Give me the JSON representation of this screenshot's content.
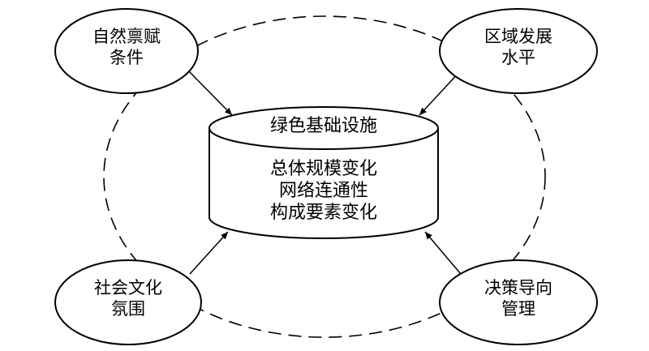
{
  "center": {
    "title": "绿色基础设施",
    "lines": [
      "总体规模变化",
      "网络连通性",
      "构成要素变化"
    ]
  },
  "factors": {
    "top_left": [
      "自然禀赋",
      "条件"
    ],
    "top_right": [
      "区域发展",
      "水平"
    ],
    "bottom_left": [
      "社会文化",
      "氛围"
    ],
    "bottom_right": [
      "决策导向",
      "管理"
    ]
  }
}
